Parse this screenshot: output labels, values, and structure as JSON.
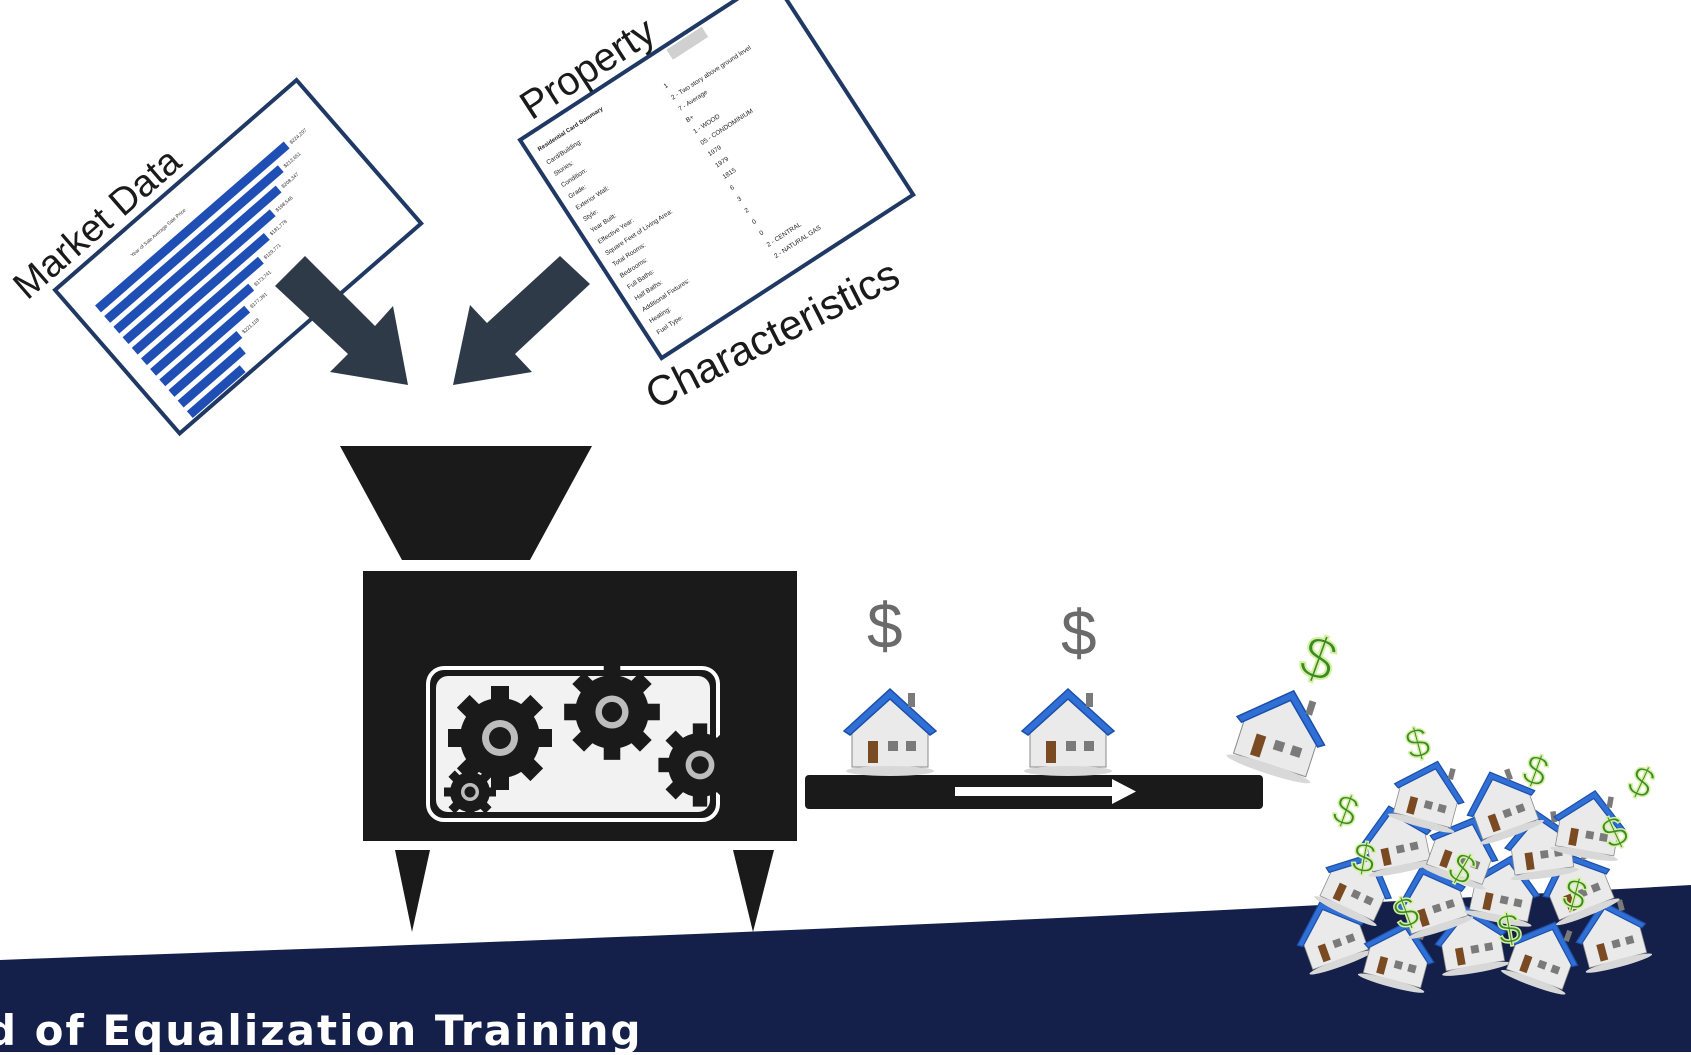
{
  "market_card": {
    "heading": "Market Data",
    "chart_title": "Year of Sale  Average Sale Price",
    "bars": [
      0.28,
      0.33,
      0.36,
      0.45,
      0.52,
      0.62,
      0.7,
      0.78,
      0.86,
      0.92,
      1.0
    ],
    "bar_labels": [
      "$221,118",
      "$177,391",
      "$173,741",
      "$129,771",
      "$181,778",
      "$198,546",
      "$208,347",
      "$213,651",
      "$224,297"
    ]
  },
  "property_card": {
    "heading_top": "Property",
    "heading_bottom": "Characteristics",
    "summary_title": "Residential Card Summary",
    "rows": [
      {
        "label": "Card/Building:",
        "value": "1"
      },
      {
        "label": "Stories:",
        "value": "2 - Two story above ground level"
      },
      {
        "label": "Condition:",
        "value": "7 - Average"
      },
      {
        "label": "Grade:",
        "value": "B+"
      },
      {
        "label": "Exterior Wall:",
        "value": "1 - WOOD"
      },
      {
        "label": "Style:",
        "value": "05 - CONDOMINIUM"
      },
      {
        "label": "Year Built:",
        "value": "1979"
      },
      {
        "label": "Effective Year:",
        "value": "1979"
      },
      {
        "label": "Square Feet of Living Area:",
        "value": "1815"
      },
      {
        "label": "Total Rooms:",
        "value": "6"
      },
      {
        "label": "Bedrooms:",
        "value": "3"
      },
      {
        "label": "Full Baths:",
        "value": "2"
      },
      {
        "label": "Half Baths:",
        "value": "0"
      },
      {
        "label": "Additional Fixtures:",
        "value": "0"
      },
      {
        "label": "Heating:",
        "value": "2 - CENTRAL"
      },
      {
        "label": "Fuel Type:",
        "value": "2 - NATURAL GAS"
      }
    ]
  },
  "conveyor": {
    "dollar_sign": "$"
  },
  "colors": {
    "card_border": "#1f3864",
    "bar_blue": "#1f4fb4",
    "arrow": "#2e3a48",
    "machine": "#1a1a1a",
    "roof_blue": "#2f6fd6",
    "navy_band": "#14204a",
    "money_green": "#3a8a2a"
  },
  "footer": {
    "title": "d of Equalization Training"
  }
}
